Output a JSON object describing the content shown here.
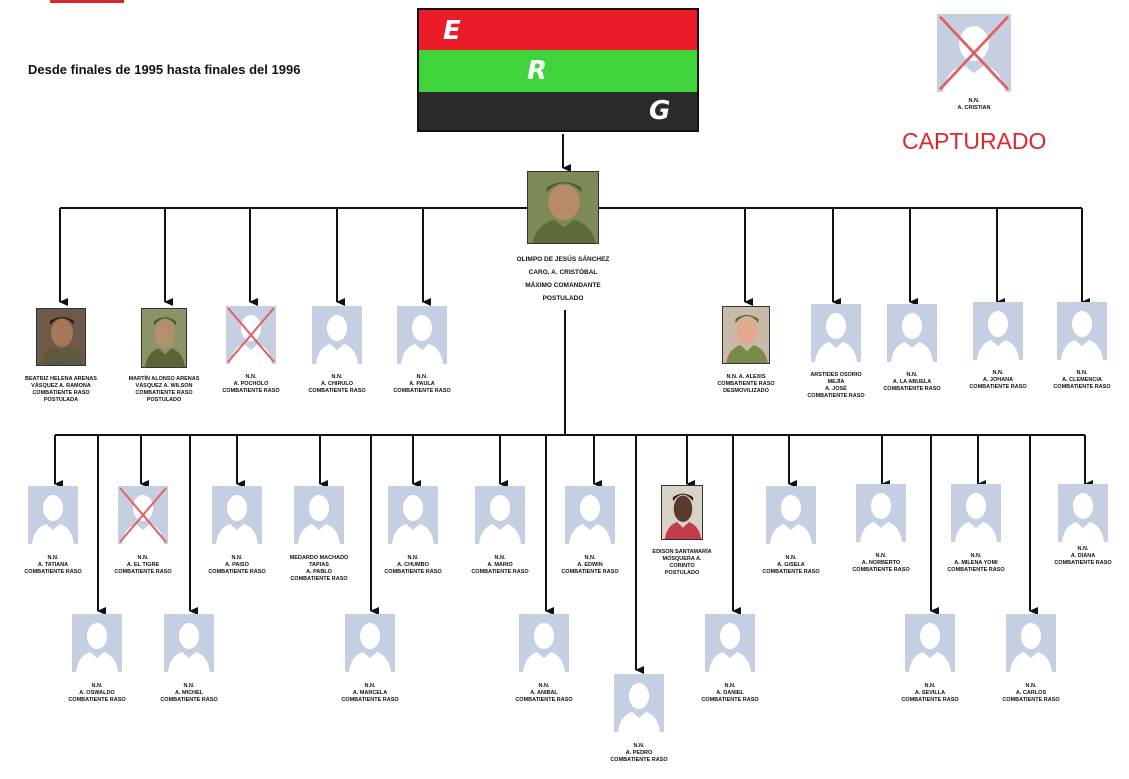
{
  "header": {
    "period": "Desde finales de 1995 hasta finales del 1996",
    "captured": "CAPTURADO"
  },
  "flag": {
    "letters": [
      "E",
      "R",
      "G"
    ],
    "colors": {
      "top": "#ec1b2a",
      "middle": "#3fd43a",
      "bottom": "#2b2b2b"
    }
  },
  "colors": {
    "line": "#111111",
    "cross": "#e06060",
    "silhouette_bg": "#c6cfe2",
    "silhouette_fg": "#ffffff",
    "captured": "#e3242b"
  },
  "leader": {
    "label": "OLIMPO DE JESÚS SÁNCHEZ\nCARO, A. CRISTÓBAL\nMÁXIMO COMANDANTE\nPOSTULADO",
    "photo": "photo"
  },
  "captured_member": {
    "label": "N.N.\nA. CRISTIAN",
    "photo": "silhouette-crossed"
  },
  "members": [
    {
      "id": "m1",
      "label": "BEATRIZ HELENA ARENAS\nVÁSQUEZ A. RAMONA\nCOMBATIENTE RASO\nPOSTULADA",
      "photo": "photo"
    },
    {
      "id": "m2",
      "label": "MARTÍN ALONSO ARENAS\nVÁSQUEZ A. WILSON\nCOMBATIENTE RASO\nPOSTULADO",
      "photo": "photo"
    },
    {
      "id": "m3",
      "label": "N.N.\nA. POCHOLO\nCOMBATIENTE RASO",
      "photo": "silhouette-crossed"
    },
    {
      "id": "m4",
      "label": "N.N.\nA. CHIRULO\nCOMBATIENTE RASO",
      "photo": "silhouette"
    },
    {
      "id": "m5",
      "label": "N.N.\nA. PAULA\nCOMBATIENTE RASO",
      "photo": "silhouette"
    },
    {
      "id": "m6",
      "label": "N.N. A. ALEXIS\nCOMBATIENTE RASO\nDESMOVILIZADO",
      "photo": "photo"
    },
    {
      "id": "m7",
      "label": "ARSTIDES OSORIO\nMEJÍA\nA. JOSÉ\nCOMBATIENTE RASO",
      "photo": "silhouette"
    },
    {
      "id": "m8",
      "label": "N.N.\nA. LA ABUELA\nCOMBATIENTE RASO",
      "photo": "silhouette"
    },
    {
      "id": "m9",
      "label": "N.N.\nA. JOHANA\nCOMBATIENTE RASO",
      "photo": "silhouette"
    },
    {
      "id": "m10",
      "label": "N.N.\nA. CLEMENCIA\nCOMBATIENTE RASO",
      "photo": "silhouette"
    },
    {
      "id": "m11",
      "label": "N.N.\nA. TATIANA\nCOMBATIENTE RASO",
      "photo": "silhouette"
    },
    {
      "id": "m12",
      "label": "N.N.\nA. EL TIGRE\nCOMBATIENTE RASO",
      "photo": "silhouette-crossed"
    },
    {
      "id": "m13",
      "label": "N.N.\nA. PAISO\nCOMBATIENTE RASO",
      "photo": "silhouette"
    },
    {
      "id": "m14",
      "label": "MEDARDO MACHADO\nTAPIAS\nA. PABLO\nCOMBATIENTE RASO",
      "photo": "silhouette"
    },
    {
      "id": "m15",
      "label": "N.N.\nA. CHUMBO\nCOMBATIENTE RASO",
      "photo": "silhouette"
    },
    {
      "id": "m16",
      "label": "N.N.\nA. MARIO\nCOMBATIENTE RASO",
      "photo": "silhouette"
    },
    {
      "id": "m17",
      "label": "N.N.\nA. EDWIN\nCOMBATIENTE RASO",
      "photo": "silhouette"
    },
    {
      "id": "m18",
      "label": "EDISON SANTAMARÍA\nMOSQUERA A.\nCORINTO\nPOSTULADO",
      "photo": "photo"
    },
    {
      "id": "m19",
      "label": "N.N.\nA. GISELA\nCOMBATIENTE RASO",
      "photo": "silhouette"
    },
    {
      "id": "m20",
      "label": "N.N.\nA. NORBERTO\nCOMBATIENTE RASO",
      "photo": "silhouette"
    },
    {
      "id": "m21",
      "label": "N.N.\nA. MILENA YOMI\nCOMBATIENTE RASO",
      "photo": "silhouette"
    },
    {
      "id": "m22",
      "label": "N.N.\nA. DIANA\nCOMBATIENTE RASO",
      "photo": "silhouette"
    },
    {
      "id": "m23",
      "label": "N.N.\nA. OSWALDO\nCOMBATIENTE RASO",
      "photo": "silhouette"
    },
    {
      "id": "m24",
      "label": "N.N.\nA. MICHEL\nCOMBATIENTE RASO",
      "photo": "silhouette"
    },
    {
      "id": "m25",
      "label": "N.N.\nA. MARCELA\nCOMBATIENTE RASO",
      "photo": "silhouette"
    },
    {
      "id": "m26",
      "label": "N.N.\nA. ANIBAL\nCOMBATIENTE RASO",
      "photo": "silhouette"
    },
    {
      "id": "m27",
      "label": "N.N.\nA. PEDRO\nCOMBATIENTE RASO",
      "photo": "silhouette"
    },
    {
      "id": "m28",
      "label": "N.N.\nA. DANIEL\nCOMBATIENTE RASO",
      "photo": "silhouette"
    },
    {
      "id": "m29",
      "label": "N.N.\nA. SEVILLA\nCOMBATIENTE RASO",
      "photo": "silhouette"
    },
    {
      "id": "m30",
      "label": "N.N.\nA. CARLOS\nCOMBATIENTE RASO",
      "photo": "silhouette"
    }
  ]
}
